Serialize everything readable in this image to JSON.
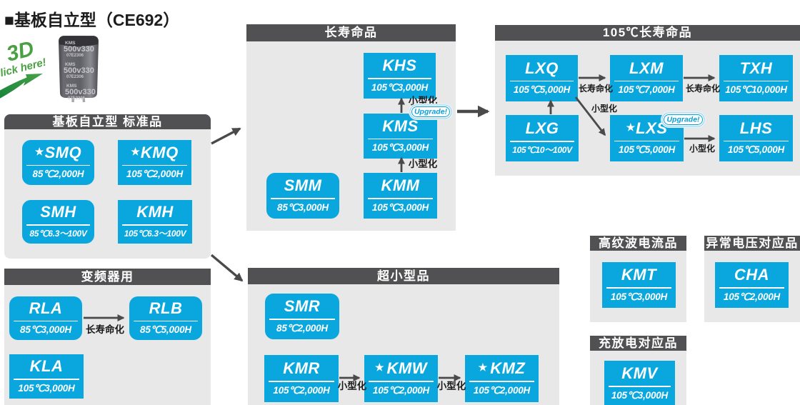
{
  "title": "■基板自立型（CE692）",
  "colors": {
    "box-cyan": "#0aa7de",
    "header-gray": "#515153",
    "panel-gray": "#e8e8e9",
    "arrow-gray": "#4a4a4c",
    "badge-green": "#4aa043",
    "upgrade-cyan": "#0a9fd8"
  },
  "badge_3d": {
    "line1": "3D",
    "line2": "Click here!"
  },
  "capacitor_photo": {
    "series": "KMS",
    "rating": "500v330",
    "code": "07E2306"
  },
  "groups": {
    "standard": {
      "title": "基板自立型 标准品"
    },
    "inverter": {
      "title": "变频器用"
    },
    "longlife": {
      "title": "长寿命品"
    },
    "lx105": {
      "title": "105℃长寿命品"
    },
    "compact": {
      "title": "超小型品"
    },
    "ripple": {
      "title": "高纹波电流品"
    },
    "surge": {
      "title": "异常电压对应品"
    },
    "charge": {
      "title": "充放电对应品"
    }
  },
  "products": {
    "smq": {
      "star": "★",
      "name": "SMQ",
      "spec": "85℃2,000H"
    },
    "kmq": {
      "star": "★",
      "name": "KMQ",
      "spec": "105℃2,000H"
    },
    "smh": {
      "star": "",
      "name": "SMH",
      "spec": "85℃6.3～100V"
    },
    "kmh": {
      "star": "",
      "name": "KMH",
      "spec": "105℃6.3～100V"
    },
    "rla": {
      "star": "",
      "name": "RLA",
      "spec": "85℃3,000H"
    },
    "rlb": {
      "star": "",
      "name": "RLB",
      "spec": "85℃5,000H"
    },
    "kla": {
      "star": "",
      "name": "KLA",
      "spec": "105℃3,000H"
    },
    "smm": {
      "star": "",
      "name": "SMM",
      "spec": "85℃3,000H"
    },
    "kmm": {
      "star": "",
      "name": "KMM",
      "spec": "105℃3,000H"
    },
    "kms": {
      "star": "",
      "name": "KMS",
      "spec": "105℃3,000H"
    },
    "khs": {
      "star": "",
      "name": "KHS",
      "spec": "105℃3,000H"
    },
    "smr": {
      "star": "",
      "name": "SMR",
      "spec": "85℃2,000H"
    },
    "kmr": {
      "star": "",
      "name": "KMR",
      "spec": "105℃2,000H"
    },
    "kmw": {
      "star": "★",
      "name": "KMW",
      "spec": "105℃2,000H"
    },
    "kmz": {
      "star": "★",
      "name": "KMZ",
      "spec": "105℃2,000H"
    },
    "lxq": {
      "star": "",
      "name": "LXQ",
      "spec": "105℃5,000H"
    },
    "lxg": {
      "star": "",
      "name": "LXG",
      "spec": "105℃10～100V"
    },
    "lxm": {
      "star": "",
      "name": "LXM",
      "spec": "105℃7,000H"
    },
    "lxs": {
      "star": "★",
      "name": "LXS",
      "spec": "105℃5,000H"
    },
    "txh": {
      "star": "",
      "name": "TXH",
      "spec": "105℃10,000H"
    },
    "lhs": {
      "star": "",
      "name": "LHS",
      "spec": "105℃5,000H"
    },
    "kmt": {
      "star": "",
      "name": "KMT",
      "spec": "105℃3,000H"
    },
    "cha": {
      "star": "",
      "name": "CHA",
      "spec": "105℃2,000H"
    },
    "kmv": {
      "star": "",
      "name": "KMV",
      "spec": "105℃3,000H"
    }
  },
  "arrow_labels": {
    "miniaturization": "小型化",
    "life_extension": "长寿命化"
  },
  "upgrade_label": "Upgrade!"
}
